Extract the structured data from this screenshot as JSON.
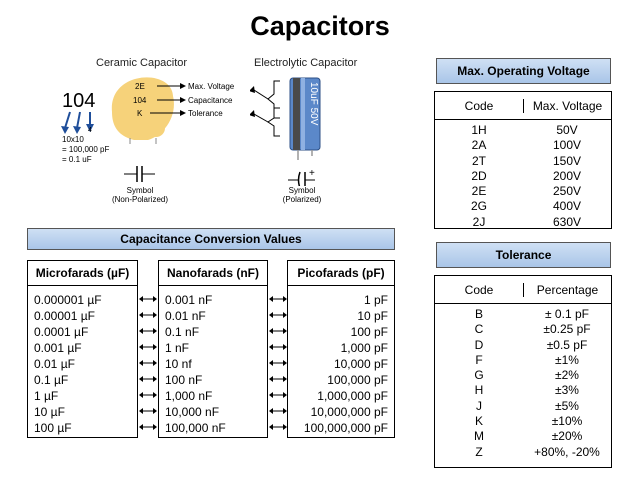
{
  "title": "Capacitors",
  "ceramic": {
    "caption": "Ceramic Capacitor",
    "codes": [
      "2E",
      "104",
      "K"
    ],
    "pointers": [
      "Max. Voltage",
      "Capacitance",
      "Tolerance"
    ],
    "big_code": "104",
    "exponent": "4",
    "calc": [
      "10x10",
      "= 100,000 pF",
      "= 0.1 uF"
    ],
    "symbol_label": [
      "Symbol",
      "(Non-Polarized)"
    ]
  },
  "electrolytic": {
    "caption": "Electrolytic Capacitor",
    "marking": "10uF 50V",
    "symbol_label": [
      "Symbol",
      "(Polarized)"
    ],
    "plus_sign": "+"
  },
  "voltage_section": {
    "header": "Max. Operating Voltage",
    "columns": [
      "Code",
      "Max. Voltage"
    ],
    "rows": [
      [
        "1H",
        "50V"
      ],
      [
        "2A",
        "100V"
      ],
      [
        "2T",
        "150V"
      ],
      [
        "2D",
        "200V"
      ],
      [
        "2E",
        "250V"
      ],
      [
        "2G",
        "400V"
      ],
      [
        "2J",
        "630V"
      ]
    ]
  },
  "tolerance_section": {
    "header": "Tolerance",
    "columns": [
      "Code",
      "Percentage"
    ],
    "rows": [
      [
        "B",
        "± 0.1 pF"
      ],
      [
        "C",
        "±0.25 pF"
      ],
      [
        "D",
        "±0.5 pF"
      ],
      [
        "F",
        "±1%"
      ],
      [
        "G",
        "±2%"
      ],
      [
        "H",
        "±3%"
      ],
      [
        "J",
        "±5%"
      ],
      [
        "K",
        "±10%"
      ],
      [
        "M",
        "±20%"
      ],
      [
        "Z",
        "+80%, -20%"
      ]
    ]
  },
  "conversion": {
    "header": "Capacitance Conversion Values",
    "columns": [
      {
        "title": "Microfarads (µF)",
        "values": [
          "0.000001 µF",
          "0.00001 µF",
          "0.0001 µF",
          "0.001 µF",
          "0.01 µF",
          "0.1 µF",
          "1 µF",
          "10 µF",
          "100 µF"
        ]
      },
      {
        "title": "Nanofarads (nF)",
        "values": [
          "0.001 nF",
          "0.01 nF",
          "0.1 nF",
          "1 nF",
          "10 nf",
          "100 nF",
          "1,000 nF",
          "10,000 nF",
          "100,000 nF"
        ]
      },
      {
        "title": "Picofarads (pF)",
        "values": [
          "1 pF",
          "10 pF",
          "100 pF",
          "1,000 pF",
          "10,000 pF",
          "100,000 pF",
          "1,000,000 pF",
          "10,000,000 pF",
          "100,000,000 pF"
        ]
      }
    ]
  }
}
